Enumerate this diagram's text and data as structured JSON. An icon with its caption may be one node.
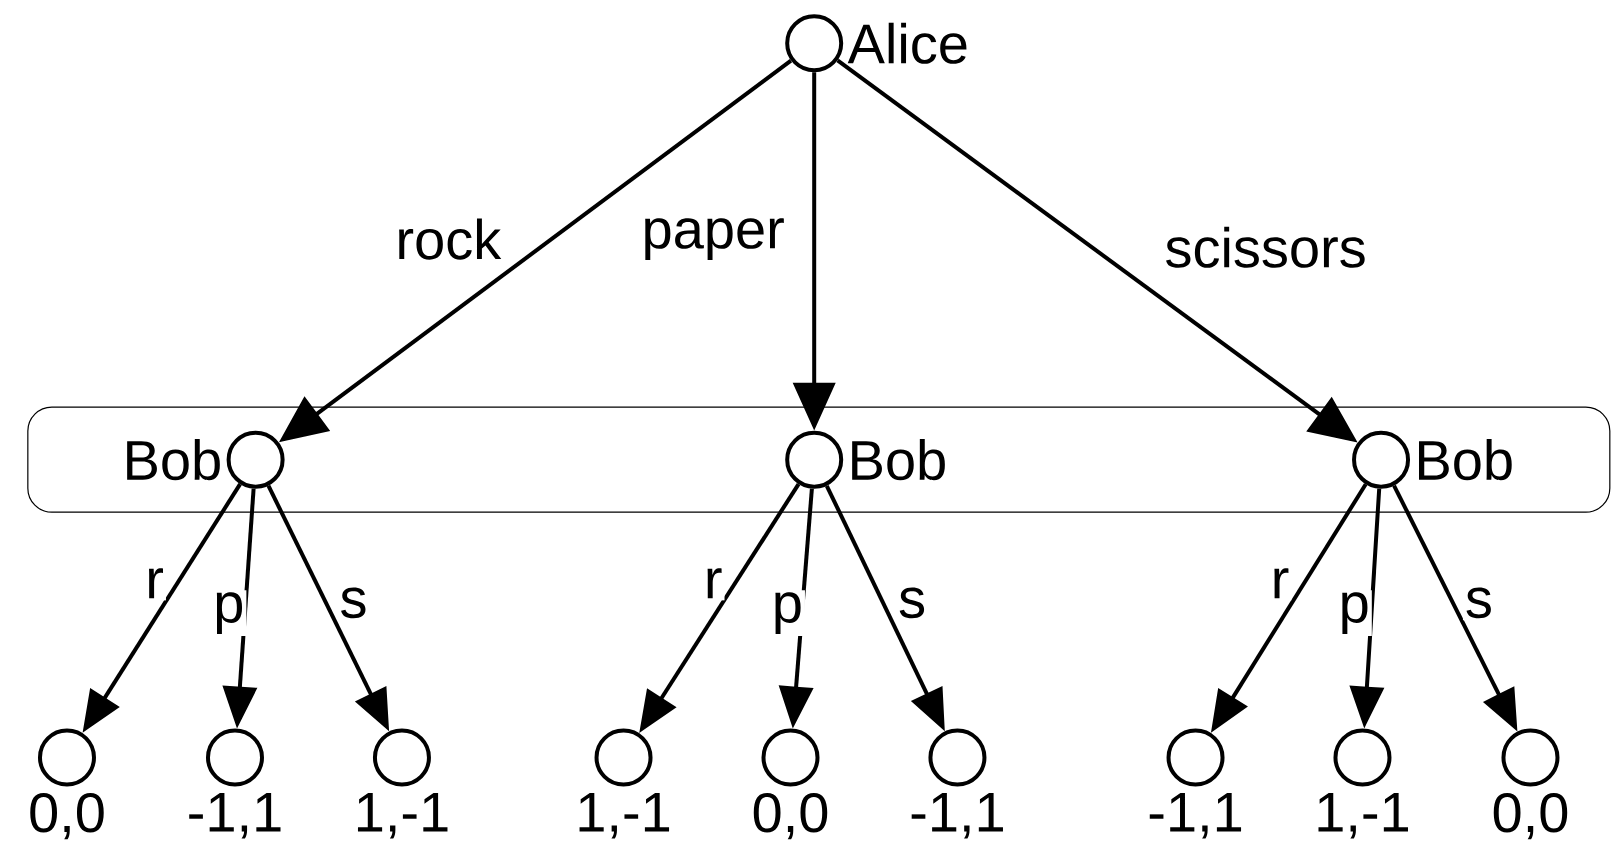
{
  "diagram": {
    "nodes": [
      {
        "text": [],
        "shape": "circle",
        "beside": [
          "Alice"
        ]
      },
      {
        "text": [],
        "shape": "box"
      },
      {
        "text": [],
        "shape": "circle",
        "beside": [
          "Bob"
        ],
        "in": 1
      },
      {
        "text": [],
        "shape": "circle",
        "beside": [
          "Bob"
        ],
        "in": 1
      },
      {
        "text": [],
        "shape": "circle",
        "beside": [
          "Bob"
        ],
        "in": 1
      },
      {
        "text": [],
        "shape": "circle",
        "beside": [
          "0,0"
        ]
      },
      {
        "text": [],
        "shape": "circle",
        "beside": [
          "-1,1"
        ]
      },
      {
        "text": [],
        "shape": "circle",
        "beside": [
          "1,-1"
        ]
      },
      {
        "text": [],
        "shape": "circle",
        "beside": [
          "1,-1"
        ]
      },
      {
        "text": [],
        "shape": "circle",
        "beside": [
          "0,0"
        ]
      },
      {
        "text": [],
        "shape": "circle",
        "beside": [
          "-1,1"
        ]
      },
      {
        "text": [],
        "shape": "circle",
        "beside": [
          "-1,1"
        ]
      },
      {
        "text": [],
        "shape": "circle",
        "beside": [
          "1,-1"
        ]
      },
      {
        "text": [],
        "shape": "circle",
        "beside": [
          "0,0"
        ]
      }
    ],
    "edges": [
      {
        "from": 0,
        "to": 2,
        "arrow": "to",
        "label": "rock"
      },
      {
        "from": 0,
        "to": 3,
        "arrow": "to",
        "label": "paper"
      },
      {
        "from": 0,
        "to": 4,
        "arrow": "to",
        "label": "scissors"
      },
      {
        "from": 2,
        "to": 5,
        "arrow": "to",
        "label": "r"
      },
      {
        "from": 2,
        "to": 6,
        "arrow": "to",
        "label": "p"
      },
      {
        "from": 2,
        "to": 7,
        "arrow": "to",
        "label": "s"
      },
      {
        "from": 3,
        "to": 8,
        "arrow": "to",
        "label": "r"
      },
      {
        "from": 3,
        "to": 9,
        "arrow": "to",
        "label": "p"
      },
      {
        "from": 3,
        "to": 10,
        "arrow": "to",
        "label": "s"
      },
      {
        "from": 4,
        "to": 11,
        "arrow": "to",
        "label": "r"
      },
      {
        "from": 4,
        "to": 12,
        "arrow": "to",
        "label": "p"
      },
      {
        "from": 4,
        "to": 13,
        "arrow": "to",
        "label": "s"
      }
    ]
  }
}
